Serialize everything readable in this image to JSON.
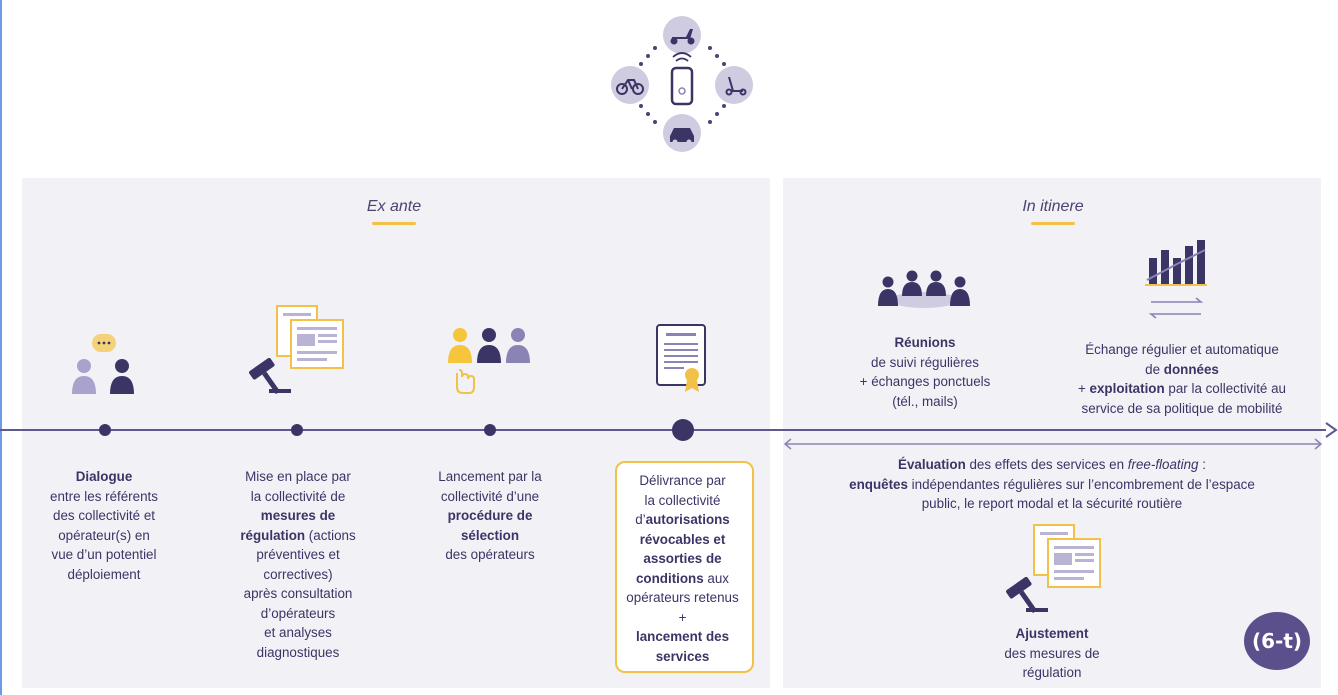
{
  "sections": {
    "ex_ante": "Ex ante",
    "in_itinere": "In itinere"
  },
  "steps": [
    {
      "bold_1": "Dialogue",
      "text_1": "entre les référents",
      "text_2": "des collectivité et",
      "text_3": "opérateur(s) en",
      "text_4": "vue d’un potentiel",
      "text_5": "déploiement"
    },
    {
      "text_1": "Mise en place par",
      "text_2": "la collectivité de",
      "bold_1": "mesures de",
      "bold_2": "régulation",
      "text_3": " (actions",
      "text_4": "préventives et",
      "text_5": "correctives)",
      "text_6": "après consultation",
      "text_7": "d’opérateurs",
      "text_8": "et analyses",
      "text_9": "diagnostiques"
    },
    {
      "text_1": "Lancement par la",
      "text_2": "collectivité d’une",
      "bold_1": "procédure de",
      "bold_2": "sélection",
      "text_3": "des opérateurs"
    },
    {
      "text_1": "Délivrance par",
      "text_2": "la collectivité",
      "text_3": "d’",
      "bold_1": "autorisations",
      "bold_2": "révocables et",
      "bold_3": "assorties de",
      "bold_4": "conditions",
      "text_4": " aux",
      "text_5": "opérateurs retenus",
      "plus": "+",
      "bold_5": "lancement des",
      "bold_6": "services"
    }
  ],
  "meetings": {
    "bold": "Réunions",
    "l1": "de suivi régulières",
    "l2": "+ échanges ponctuels",
    "l3": "(tél., mails)"
  },
  "data_exchange": {
    "l1": "Échange régulier et automatique",
    "l2a": "de ",
    "bold_1": "données",
    "l3a": "+ ",
    "bold_2": "exploitation",
    "l3b": " par la collectivité au",
    "l4": "service de sa politique de mobilité"
  },
  "evaluation": {
    "bold_1": "Évaluation",
    "l1b": " des effets des services en ",
    "italic": "free-floating",
    "l1c": " :",
    "bold_2": "enquêtes",
    "l2b": " indépendantes régulières sur l’encombrement de l’espace",
    "l3": "public, le report modal et la sécurité routière"
  },
  "adjustment": {
    "bold": "Ajustement",
    "l1": "des mesures de",
    "l2": "régulation"
  },
  "logo": "(6-t)",
  "colors": {
    "accent": "#f2c14a",
    "dark": "#3b3566",
    "light_purple": "#8a83b5",
    "panel": "#f2f1f6"
  }
}
